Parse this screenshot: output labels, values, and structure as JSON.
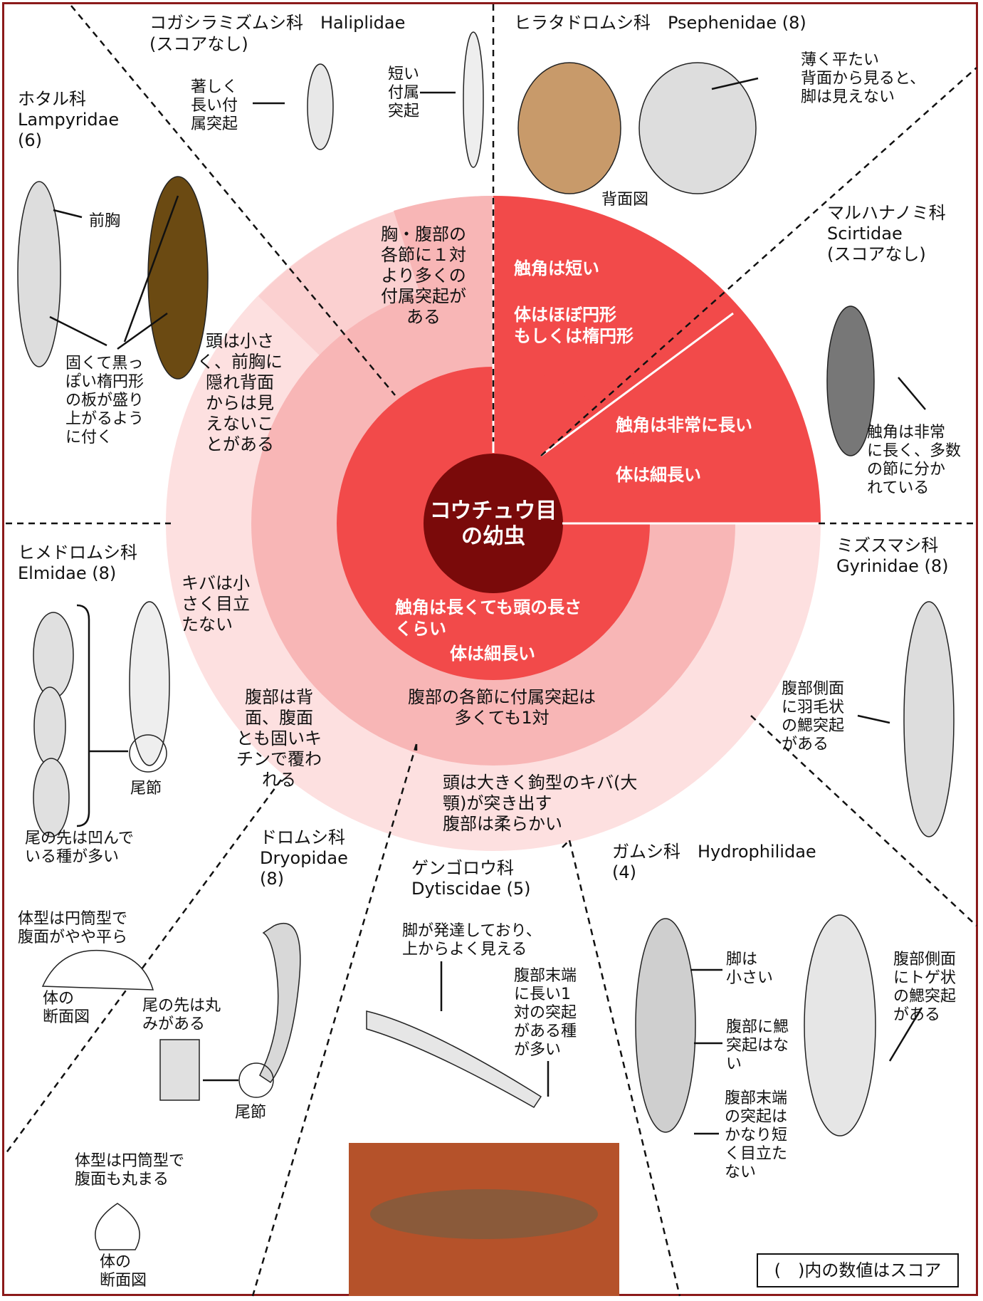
{
  "center": {
    "line1": "コウチュウ目",
    "line2": "の幼虫"
  },
  "ring_inner": {
    "top_right_antenna": "触角は短い",
    "top_right_body": "体はほぼ円形\nもしくは楕円形",
    "right_antenna": "触角は非常に長い",
    "right_body": "体は細長い",
    "bottom_antenna": "触角は長くても頭の長さ\nくらい",
    "bottom_body": "体は細長い"
  },
  "ring_middle": {
    "top_left": "頭は小さ\nく、前胸に\n隠れ背面\nからは見\nえないこ\nとがある",
    "bottom": "腹部の各節に付属突起は\n多くても1対",
    "top": "胸・腹部の\n各節に１対\nより多くの\n付属突起が\nある"
  },
  "ring_outer": {
    "left_upper": "キバは小\nさく目立\nたない",
    "left_lower": "腹部は背\n面、腹面\nとも固いキ\nチンで覆わ\nれる",
    "bottom": "頭は大きく鉤型のキバ(大\n顎)が突き出す\n腹部は柔らかい"
  },
  "families": {
    "haliplidae": {
      "name": "コガシラミズムシ科　Haliplidae",
      "score": "(スコアなし)",
      "note1": "著しく\n長い付\n属突起",
      "note2": "短い\n付属\n突起"
    },
    "psephenidae": {
      "name": "ヒラタドロムシ科　Psephenidae (8)",
      "note1": "薄く平たい\n背面から見ると、\n脚は見えない",
      "note2": "背面図"
    },
    "lampyridae": {
      "name": "ホタル科\nLampyridae\n(6)",
      "note1": "前胸",
      "note2": "固くて黒っ\nぽい楕円形\nの板が盛り\n上がるよう\nに付く"
    },
    "scirtidae": {
      "name": "マルハナノミ科\nScirtidae\n(スコアなし)",
      "note1": "触角は非常\nに長く、多数\nの節に分か\nれている"
    },
    "elmidae": {
      "name": "ヒメドロムシ科\nElmidae (8)",
      "note1": "尾節",
      "note2": "尾の先は凹んで\nいる種が多い"
    },
    "gyrinidae": {
      "name": "ミズスマシ科\nGyrinidae (8)",
      "note1": "腹部側面\nに羽毛状\nの鰓突起\nがある"
    },
    "dryopidae": {
      "name": "ドロムシ科\nDryopidae\n(8)",
      "note1": "体型は円筒型で\n腹面がやや平ら",
      "note2": "体の\n断面図",
      "note3": "尾の先は丸\nみがある",
      "note4": "尾節",
      "note5": "体型は円筒型で\n腹面も丸まる",
      "note6": "体の\n断面図"
    },
    "dytiscidae": {
      "name": "ゲンゴロウ科\nDytiscidae (5)",
      "note1": "脚が発達しており、\n上からよく見える",
      "note2": "腹部末端\nに長い1\n対の突起\nがある種\nが多い"
    },
    "hydrophilidae": {
      "name": "ガムシ科　Hydrophilidae\n(4)",
      "note1": "脚は\n小さい",
      "note2": "腹部に鰓\n突起はな\nい",
      "note3": "腹部末端\nの突起は\nかなり短\nく目立た\nない",
      "note4": "腹部側面\nにトゲ状\nの鰓突起\nがある"
    }
  },
  "footer": {
    "score_note": "(　)内の数値はスコア"
  },
  "colors": {
    "outer_ring": "#fde0e0",
    "middle_ring": "#f8b6b6",
    "inner_ring": "#f24a4a",
    "center": "#7a0a0a",
    "frame": "#8b1a1a"
  }
}
